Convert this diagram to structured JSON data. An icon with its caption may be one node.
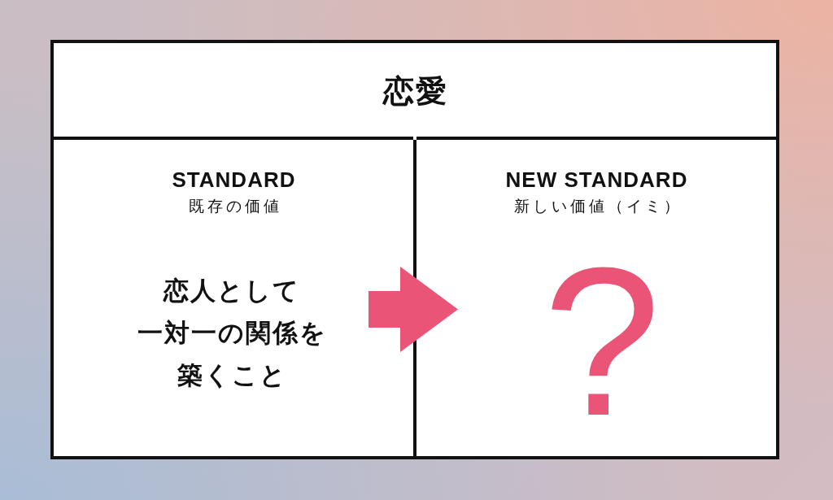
{
  "diagram": {
    "nodes": [
      {
        "text": [
          "恋愛"
        ]
      },
      {
        "text": [
          "STANDARD",
          "既存の価値",
          "恋人として一対一の関係を築くこと"
        ],
        "in": 0
      },
      {
        "text": [
          "NEW STANDARD",
          "新しい価値（イミ）",
          "?"
        ],
        "in": 0
      }
    ],
    "edges": [
      {
        "from": 1,
        "to": 2,
        "arrow": "to",
        "color": "#ea5577"
      }
    ]
  }
}
